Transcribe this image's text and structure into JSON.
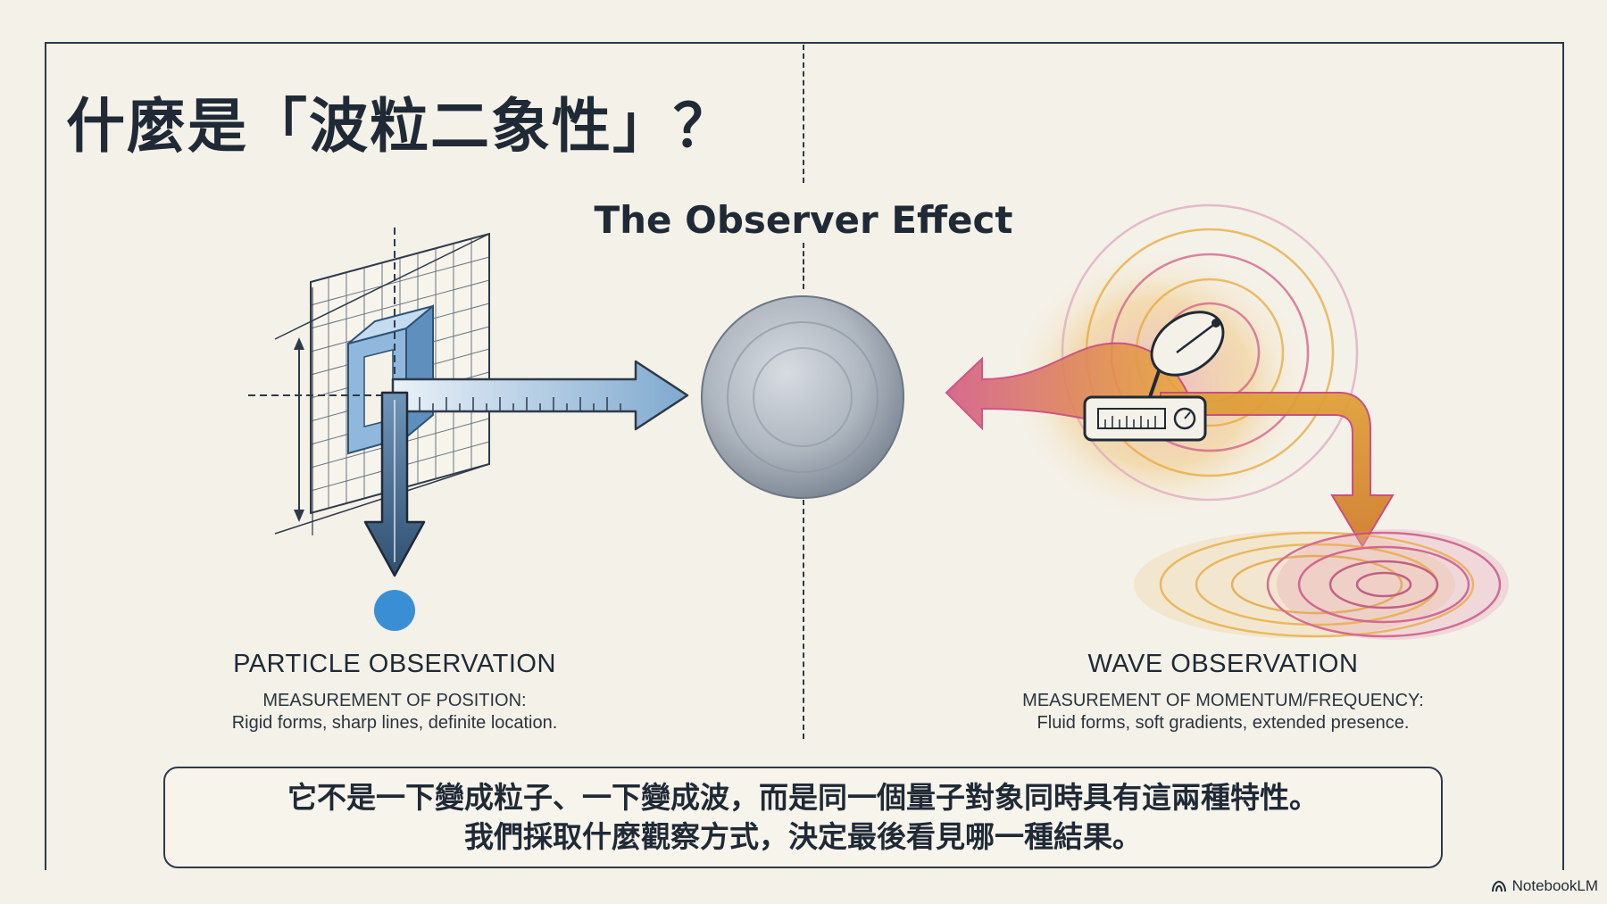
{
  "slide": {
    "title": "什麼是「波粒二象性」？",
    "center_title": "The Observer Effect"
  },
  "particle": {
    "title": "PARTICLE OBSERVATION",
    "subtitle": "MEASUREMENT OF POSITION:",
    "description": "Rigid forms, sharp lines, definite location."
  },
  "wave": {
    "title": "WAVE OBSERVATION",
    "subtitle": "MEASUREMENT OF MOMENTUM/FREQUENCY:",
    "description": "Fluid forms, soft gradients, extended presence."
  },
  "conclusion": {
    "line1": "它不是一下變成粒子、一下變成波，而是同一個量子對象同時具有這兩種特性。",
    "line2": "我們採取什麼觀察方式，決定最後看見哪一種結果。"
  },
  "brand": {
    "label": "NotebookLM"
  },
  "colors": {
    "background": "#f4f1e8",
    "ink": "#1f2a36",
    "particle_blue": "#3a8fd4",
    "wave_orange": "#e8a93a",
    "wave_magenta": "#c9467e",
    "sphere_gray": "#9aa3ad"
  }
}
